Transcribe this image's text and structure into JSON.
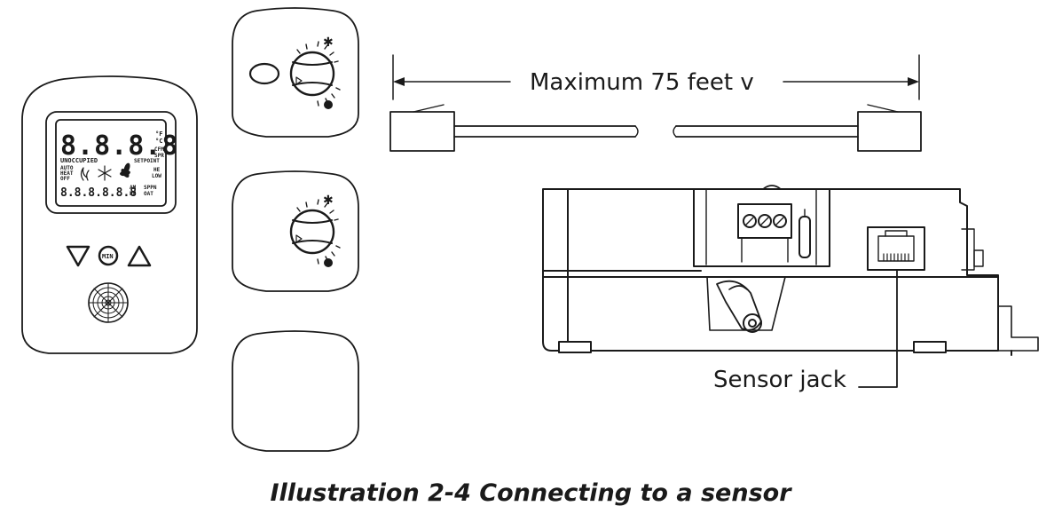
{
  "cable_label": "Maximum 75 feet v",
  "jack_label": "Sensor jack",
  "caption": "Illustration  2-4  Connecting to a sensor",
  "display": {
    "digits": "8.8.8.8",
    "units": [
      "°F",
      "°C"
    ],
    "status_right": [
      "CFM",
      "SPR"
    ],
    "unoccupied": "UNOCCUPIED",
    "setpoint": "SETPOINT",
    "mode_left": [
      "AUTO",
      "HEAT",
      "OFF"
    ],
    "mode_right": [
      "HE",
      "LOW"
    ],
    "time": "8.8.8.8.8.8",
    "time_suffix": [
      "AM",
      "PM"
    ],
    "oat": [
      "SPPN",
      "OAT"
    ],
    "center_button": "MIN"
  },
  "icons": [
    "down-arrow-icon",
    "up-arrow-icon",
    "flame-icon",
    "snowflake-icon",
    "fan-icon",
    "cold-star-icon",
    "warm-dot-icon"
  ]
}
